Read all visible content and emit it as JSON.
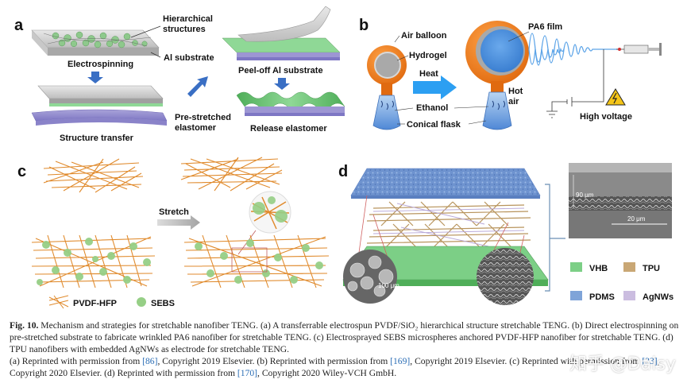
{
  "panels": {
    "a": {
      "letter": "a",
      "hier": "Hierarchical",
      "structures": "structures",
      "electrospinning": "Electrospinning",
      "al_substrate": "Al substrate",
      "peel_off": "Peel-off Al substrate",
      "pre_stretched": "Pre-stretched",
      "elastomer": "elastomer",
      "structure_transfer": "Structure transfer",
      "release": "Release elastomer"
    },
    "b": {
      "letter": "b",
      "air_balloon": "Air balloon",
      "hydrogel": "Hydrogel",
      "pa6_film": "PA6 film",
      "heat": "Heat",
      "hot": "Hot",
      "air": "air",
      "ethanol": "Ethanol",
      "conical_flask": "Conical flask",
      "high_voltage": "High voltage"
    },
    "c": {
      "letter": "c",
      "stretch": "Stretch",
      "legend_pvdf": "PVDF-HFP",
      "legend_sebs": "SEBS"
    },
    "d": {
      "letter": "d",
      "scale_90": "90 μm",
      "scale_20": "20 μm",
      "scale_100": "100 μm",
      "legend": [
        {
          "label": "VHB",
          "color": "#7ccf86"
        },
        {
          "label": "TPU",
          "color": "#c9a775"
        },
        {
          "label": "PDMS",
          "color": "#7fa4d8"
        },
        {
          "label": "AgNWs",
          "color": "#cbbde0"
        }
      ]
    }
  },
  "caption": {
    "fig_no": "Fig. 10.",
    "main": " Mechanism and strategies for stretchable nanofiber TENG. (a) A transferrable electrospun PVDF/SiO₂ hierarchical structure stretchable TENG. (b) Direct electrospinning on pre-stretched substrate to fabricate wrinkled PA6 nanofiber for stretchable TENG. (c) Electrosprayed SEBS microspheres anchored PVDF-HFP nanofiber for stretchable TENG. (d) TPU nanofibers with embedded AgNWs as electrode for stretchable TENG.",
    "credit_1": "(a) Reprinted with permission from ",
    "ref_86": "[86]",
    "credit_2": ", Copyright 2019 Elsevier. (b) Reprinted with permission from ",
    "ref_169": "[169]",
    "credit_3": ", Copyright 2019 Elsevier. (c) Reprinted with permission from ",
    "ref_33": "[33]",
    "credit_4": ", Copyright 2020 Elsevier. (d) Reprinted with permission from ",
    "ref_170": "[170]",
    "credit_5": ", Copyright 2020 Wiley-VCH GmbH."
  },
  "watermark": "知乎 @Daisy"
}
